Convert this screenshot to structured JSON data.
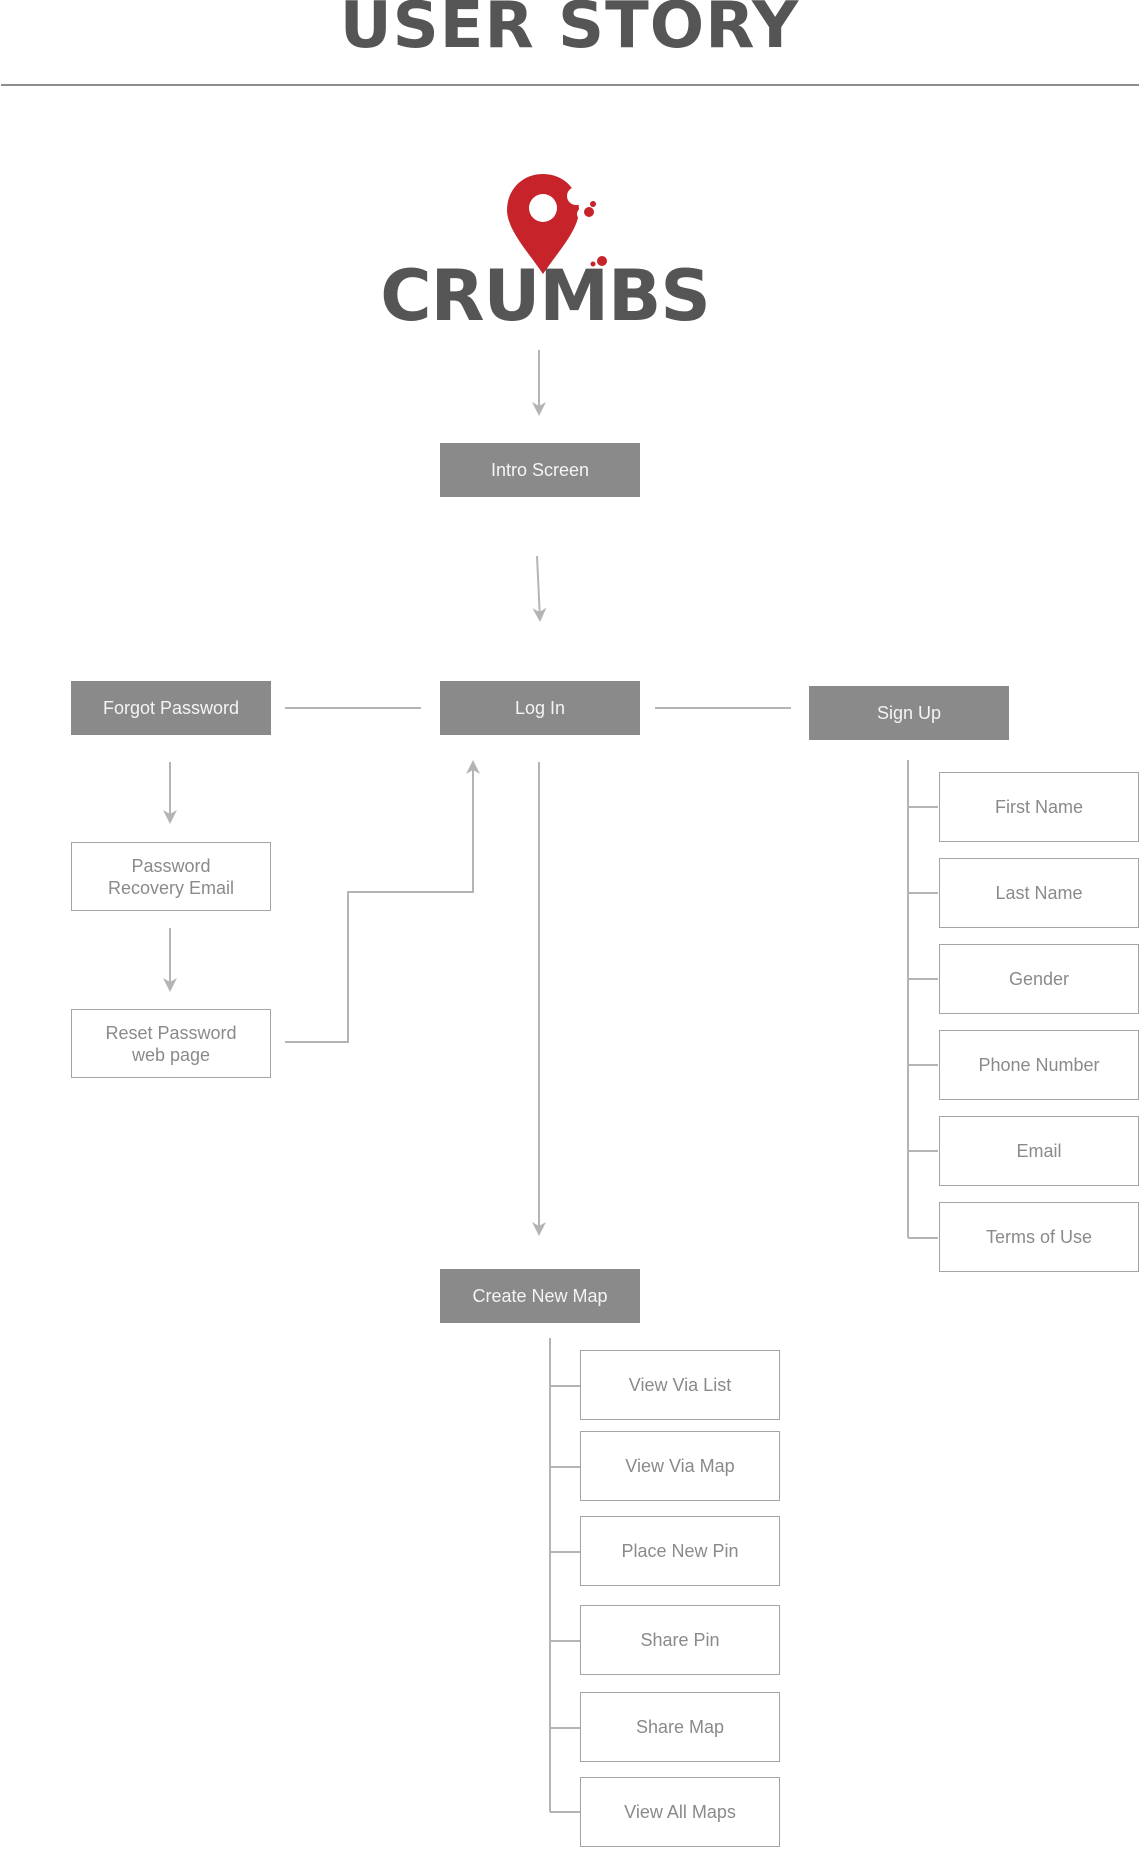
{
  "title": "USER STORY",
  "logo": {
    "wordmark": "CRUMBS",
    "brand_color": "#c7232b",
    "icon": "map-pin-icon"
  },
  "colors": {
    "filled_node": "#8a8a8a",
    "outline_border": "#a4a4a4",
    "connector": "#b4b4b4",
    "heading": "#555555"
  },
  "flow": {
    "intro": "Intro Screen",
    "login": "Log In",
    "forgot_password": "Forgot Password",
    "password_recovery_email": "Password\nRecovery Email",
    "reset_password_page": "Reset Password\nweb page",
    "sign_up": "Sign Up",
    "sign_up_fields": [
      "First Name",
      "Last Name",
      "Gender",
      "Phone Number",
      "Email",
      "Terms of Use"
    ],
    "create_new_map": "Create New Map",
    "map_actions": [
      "View Via List",
      "View Via Map",
      "Place New Pin",
      "Share Pin",
      "Share Map",
      "View All Maps"
    ]
  }
}
